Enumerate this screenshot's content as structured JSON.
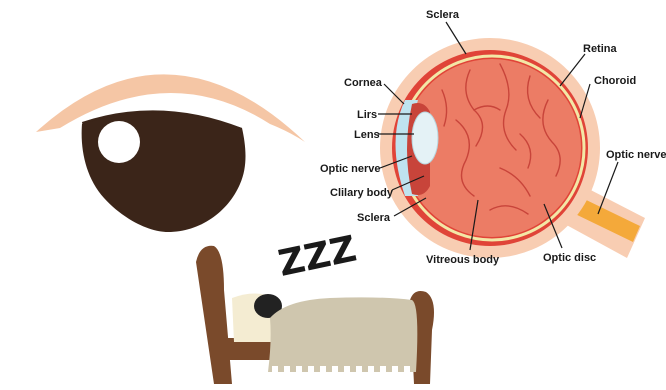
{
  "colors": {
    "skin": "#f5c6a5",
    "iris": "#3b2519",
    "pupil_highlight": "#ffffff",
    "sclera_outer": "#f8cdb2",
    "eyeball_red": "#e04438",
    "vitreous": "#ec7c65",
    "vessel": "#c8443a",
    "retina_line": "#f3e7a6",
    "lens": "#e4f2f6",
    "optic_nerve": "#f4a93a",
    "bed_wood": "#7a4a2b",
    "blanket": "#cfc6ae",
    "pillow": "#f4ecd2",
    "hair": "#222222"
  },
  "icons": [
    "eye-closed-icon",
    "sleeping-person-icon",
    "bed-icon"
  ],
  "sleep": {
    "text": "ZZZ"
  },
  "labels": {
    "sclera_top": "Sclera",
    "retina": "Retina",
    "choroid": "Choroid",
    "optic_nerve_right": "Optic nerve",
    "cornea": "Cornea",
    "lirs": "Lirs",
    "lens": "Lens",
    "optic_nerve_left": "Optic nerve",
    "ciliary_body": "Clilary body",
    "sclera_bottom": "Sclera",
    "vitreous_body": "Vitreous body",
    "optic_disc": "Optic disc"
  }
}
